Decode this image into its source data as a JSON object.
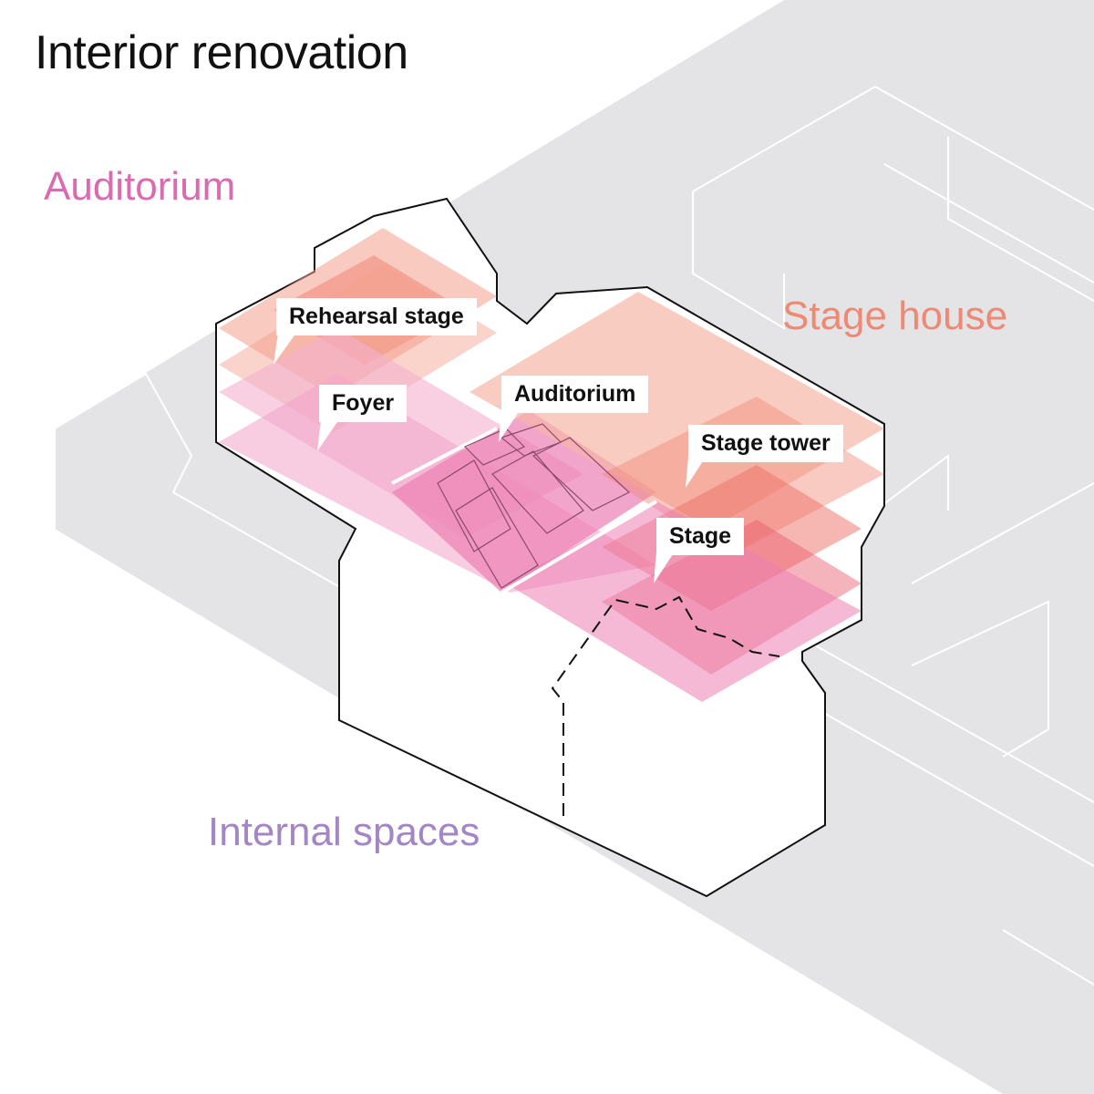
{
  "title": "Interior renovation",
  "sections": {
    "auditorium": {
      "label": "Auditorium",
      "color": "#d96bb0"
    },
    "stage_house": {
      "label": "Stage house",
      "color": "#ee8a73"
    },
    "internal_spaces": {
      "label": "Internal spaces",
      "color": "#a386c4"
    }
  },
  "callouts": {
    "rehearsal_stage": "Rehearsal stage",
    "foyer": "Foyer",
    "auditorium": "Auditorium",
    "stage_tower": "Stage tower",
    "stage": "Stage"
  },
  "colors": {
    "context_gray": "#e4e4e6",
    "salmon": "#f4a08c",
    "pink": "#ec7fb4",
    "red": "#e8586a"
  }
}
